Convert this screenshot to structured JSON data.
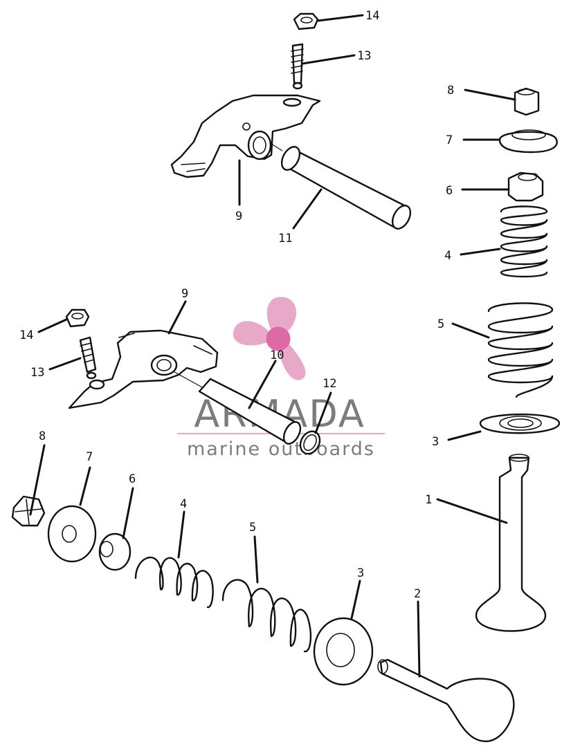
{
  "watermark": {
    "brand": "ARMADA",
    "tagline": "marine outboards",
    "logo_color": "#e8a9c9",
    "logo_hub_color": "#de6aa5",
    "text_color": "#7c7c7c"
  },
  "callouts": {
    "c1": "1",
    "c2": "2",
    "c3a": "3",
    "c3b": "3",
    "c4a": "4",
    "c4b": "4",
    "c5a": "5",
    "c5b": "5",
    "c6a": "6",
    "c6b": "6",
    "c7a": "7",
    "c7b": "7",
    "c8a": "8",
    "c8b": "8",
    "c9a": "9",
    "c9b": "9",
    "c10": "10",
    "c11": "11",
    "c12": "12",
    "c13a": "13",
    "c13b": "13",
    "c14a": "14",
    "c14b": "14"
  }
}
